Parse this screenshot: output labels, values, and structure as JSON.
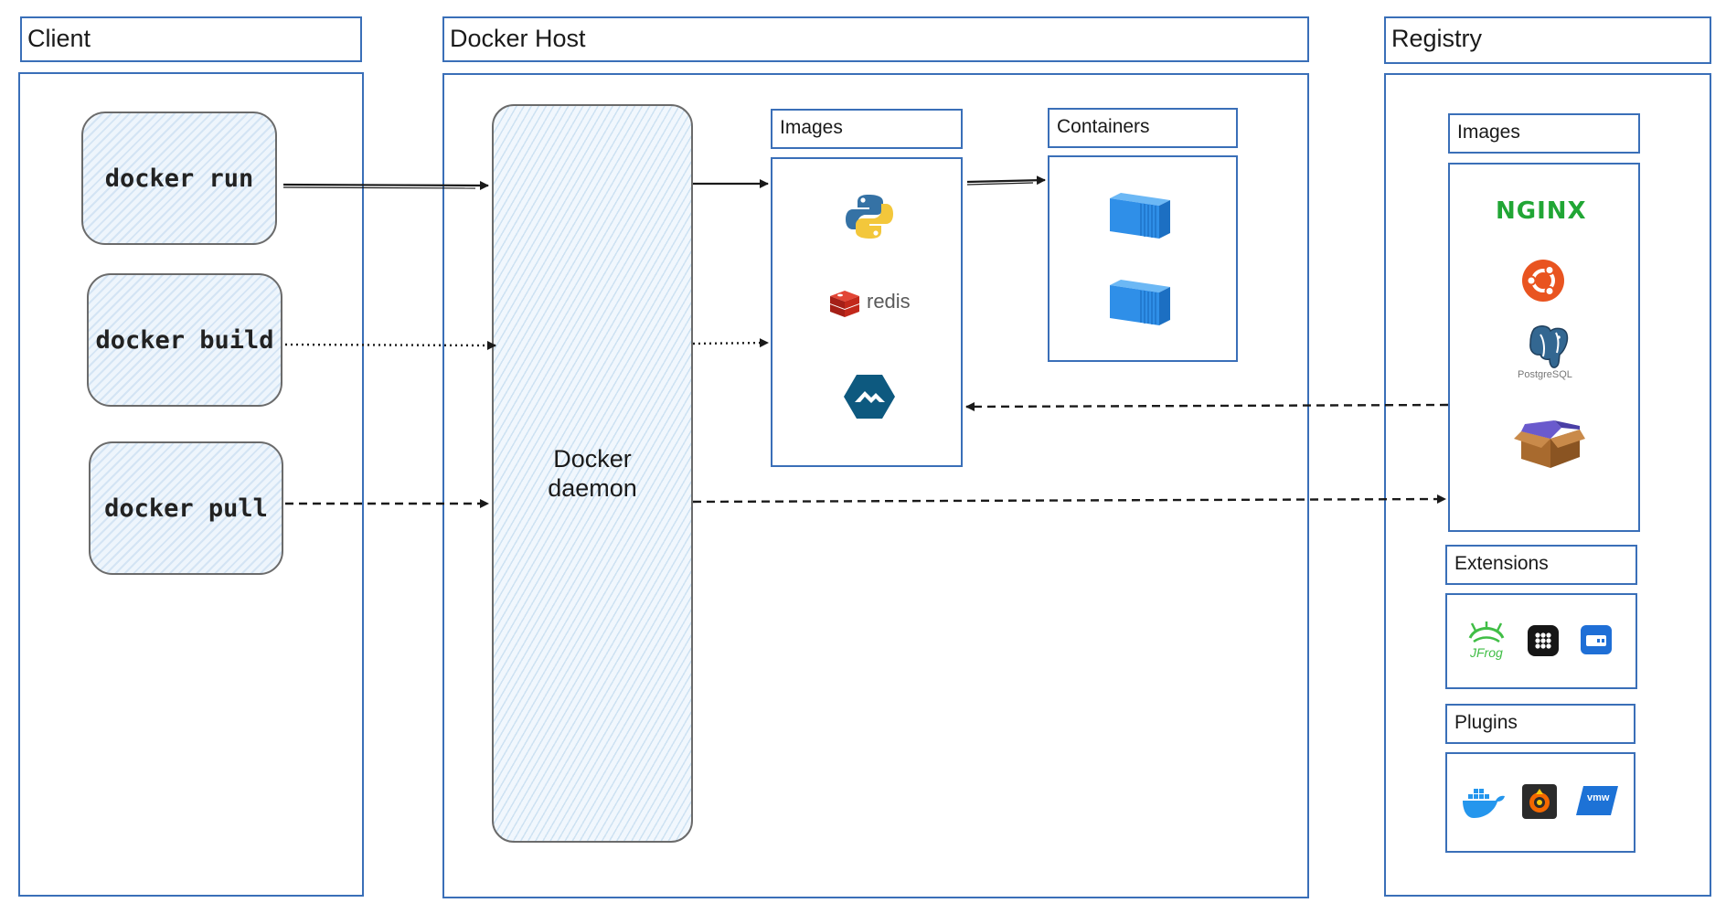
{
  "client": {
    "title": "Client",
    "commands": [
      "docker run",
      "docker build",
      "docker pull"
    ]
  },
  "host": {
    "title": "Docker Host",
    "daemon": {
      "line1": "Docker",
      "line2": "daemon"
    },
    "images": {
      "title": "Images",
      "items": [
        "python-icon",
        "redis-icon",
        "alpine-icon"
      ],
      "redis_label": "redis"
    },
    "containers": {
      "title": "Containers",
      "items": [
        "container-icon",
        "container-icon"
      ]
    }
  },
  "registry": {
    "title": "Registry",
    "images": {
      "title": "Images",
      "nginx_label": "NGINX",
      "postgres_label": "PostgreSQL",
      "items": [
        "nginx-logo",
        "ubuntu-icon",
        "postgresql-icon",
        "package-box-icon"
      ]
    },
    "extensions": {
      "title": "Extensions",
      "items": [
        "jfrog-icon",
        "grid-app-icon",
        "disk-icon"
      ],
      "jfrog_label": "JFrog"
    },
    "plugins": {
      "title": "Plugins",
      "items": [
        "docker-whale-icon",
        "grafana-icon",
        "vmware-icon"
      ],
      "vmware_label": "vmw"
    }
  },
  "colors": {
    "border": "#3a6fb8",
    "container_blue": "#2f8fe8",
    "nginx_green": "#21a635",
    "ubuntu_orange": "#e95420",
    "redis_red": "#d82c20",
    "alpine_blue": "#0d597f"
  },
  "connections": [
    {
      "from": "docker run",
      "to": "Docker daemon",
      "style": "solid"
    },
    {
      "from": "docker build",
      "to": "Docker daemon",
      "style": "dotted"
    },
    {
      "from": "docker pull",
      "to": "Docker daemon",
      "style": "dashed"
    },
    {
      "from": "Docker daemon",
      "to": "Images",
      "style": "solid"
    },
    {
      "from": "Docker daemon",
      "to": "Images",
      "style": "dotted"
    },
    {
      "from": "Images",
      "to": "Containers",
      "style": "solid"
    },
    {
      "from": "Registry Images",
      "to": "Images",
      "style": "dashed"
    },
    {
      "from": "Docker daemon",
      "to": "Registry Images",
      "style": "dashed"
    }
  ]
}
